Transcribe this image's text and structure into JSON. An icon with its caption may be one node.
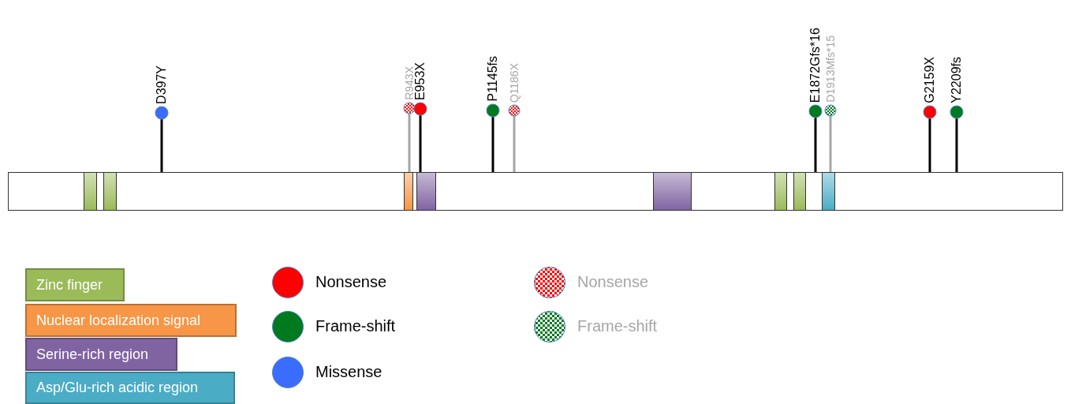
{
  "diagram": {
    "nodes": [
      {
        "text": [],
        "shape": "bar"
      },
      {
        "text": [],
        "shape": "box",
        "in": 0
      },
      {
        "text": [],
        "shape": "box",
        "in": 0
      },
      {
        "text": [],
        "shape": "box",
        "in": 0
      },
      {
        "text": [],
        "shape": "box",
        "in": 0
      },
      {
        "text": [],
        "shape": "box",
        "in": 0
      },
      {
        "text": [],
        "shape": "box",
        "in": 0
      },
      {
        "text": [],
        "shape": "box",
        "in": 0
      },
      {
        "text": [],
        "shape": "box",
        "in": 0
      },
      {
        "text": [],
        "shape": "circle",
        "beside": [
          "D397Y"
        ]
      },
      {
        "text": [],
        "shape": "circle",
        "beside": [
          "R943X"
        ]
      },
      {
        "text": [],
        "shape": "circle",
        "beside": [
          "E953X"
        ]
      },
      {
        "text": [],
        "shape": "circle",
        "beside": [
          "P1145fs"
        ]
      },
      {
        "text": [],
        "shape": "circle",
        "beside": [
          "Q1186X"
        ]
      },
      {
        "text": [],
        "shape": "circle",
        "beside": [
          "E1872Gfs*16"
        ]
      },
      {
        "text": [],
        "shape": "circle",
        "beside": [
          "D1913Mfs*15"
        ]
      },
      {
        "text": [],
        "shape": "circle",
        "beside": [
          "G2159X"
        ]
      },
      {
        "text": [],
        "shape": "circle",
        "beside": [
          "Y2209fs"
        ]
      }
    ],
    "edges": [
      {
        "from": 9,
        "to": 0,
        "arrow": "none"
      },
      {
        "from": 10,
        "to": 0,
        "arrow": "none",
        "color": "#a6a6a6"
      },
      {
        "from": 11,
        "to": 0,
        "arrow": "none"
      },
      {
        "from": 12,
        "to": 0,
        "arrow": "none"
      },
      {
        "from": 13,
        "to": 0,
        "arrow": "none",
        "color": "#a6a6a6"
      },
      {
        "from": 14,
        "to": 0,
        "arrow": "none"
      },
      {
        "from": 15,
        "to": 0,
        "arrow": "none",
        "color": "#a6a6a6"
      },
      {
        "from": 16,
        "to": 0,
        "arrow": "none"
      },
      {
        "from": 17,
        "to": 0,
        "arrow": "none"
      }
    ],
    "legend": [
      {
        "text": "Zinc finger",
        "color": "#9bbb59"
      },
      {
        "text": "Nuclear localization signal",
        "color": "#f79646"
      },
      {
        "text": "Serine-rich region",
        "color": "#8064a2"
      },
      {
        "text": "Asp/Glu-rich acidic region",
        "color": "#4bacc6"
      },
      {
        "text": "Nonsense",
        "color": "#ff0000"
      },
      {
        "text": "Frame-shift",
        "color": "#007a1f"
      },
      {
        "text": "Missense",
        "color": "#3a6cff"
      },
      {
        "text": "Nonsense"
      },
      {
        "text": "Frame-shift"
      }
    ]
  }
}
